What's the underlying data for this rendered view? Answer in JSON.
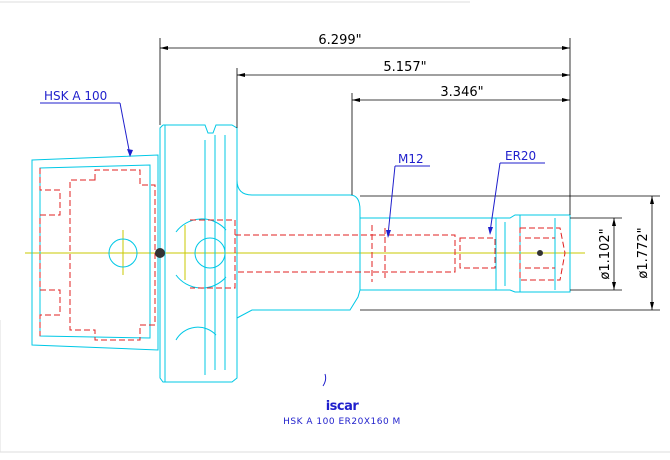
{
  "dimensions": {
    "overall_length": "6.299\"",
    "mid_length": "5.157\"",
    "front_length": "3.346\"",
    "nose_diameter": "ø1.102\"",
    "body_diameter": "ø1.772\""
  },
  "callouts": {
    "shank": "HSK A 100",
    "thread": "M12",
    "collet": "ER20"
  },
  "caption": {
    "brand": "iscar",
    "designation": "HSK A 100 ER20X160 M"
  },
  "colors": {
    "outline": "#00c8e6",
    "hidden": "#e02020",
    "dimension": "#000000",
    "callout": "#1f1fcc",
    "centerline": "#c8c800"
  }
}
